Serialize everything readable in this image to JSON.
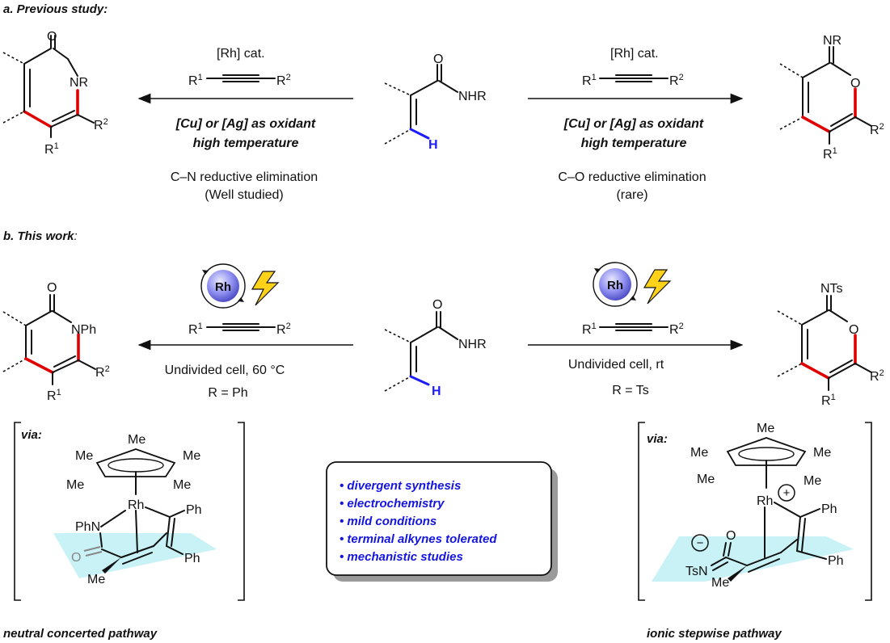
{
  "section_a": {
    "header": "a. Previous study:",
    "left_reaction": {
      "catalyst": "[Rh] cat.",
      "alkyne_r1": "R",
      "alkyne_r1_sup": "1",
      "alkyne_r2": "R",
      "alkyne_r2_sup": "2",
      "condition_line1": "[Cu] or [Ag] as oxidant",
      "condition_line2": "high temperature",
      "note_line1": "C–N reductive elimination",
      "note_line2": "(Well studied)"
    },
    "right_reaction": {
      "catalyst": "[Rh] cat.",
      "alkyne_r1": "R",
      "alkyne_r1_sup": "1",
      "alkyne_r2": "R",
      "alkyne_r2_sup": "2",
      "condition_line1": "[Cu] or [Ag] as oxidant",
      "condition_line2": "high temperature",
      "note_line1": "C–O reductive elimination",
      "note_line2": "(rare)"
    },
    "substrate": {
      "o": "O",
      "nhr": "NHR",
      "h": "H"
    },
    "pyridone": {
      "o": "O",
      "nr": "NR",
      "r2": "R",
      "r2_sup": "2",
      "r1": "R",
      "r1_sup": "1"
    },
    "iminopyran": {
      "nr": "NR",
      "o": "O",
      "r2": "R",
      "r2_sup": "2",
      "r1": "R",
      "r1_sup": "1"
    }
  },
  "section_b": {
    "header_prefix": "b. ",
    "header": "This work",
    "header_suffix": ":",
    "rh_label": "Rh",
    "left_reaction": {
      "alkyne_r1": "R",
      "alkyne_r1_sup": "1",
      "alkyne_r2": "R",
      "alkyne_r2_sup": "2",
      "condition": "Undivided  cell, 60 °C",
      "r_eq": "R = Ph"
    },
    "right_reaction": {
      "alkyne_r1": "R",
      "alkyne_r1_sup": "1",
      "alkyne_r2": "R",
      "alkyne_r2_sup": "2",
      "condition": "Undivided  cell, rt",
      "r_eq": "R = Ts"
    },
    "substrate": {
      "o": "O",
      "nhr": "NHR",
      "h": "H"
    },
    "pyridone": {
      "o": "O",
      "nph": "NPh",
      "r2": "R",
      "r2_sup": "2",
      "r1": "R",
      "r1_sup": "1"
    },
    "iminopyran": {
      "nts": "NTs",
      "o": "O",
      "r2": "R",
      "r2_sup": "2",
      "r1": "R",
      "r1_sup": "1"
    }
  },
  "left_intermediate": {
    "via": "via:",
    "me": "Me",
    "rh": "Rh",
    "phn": "PhN",
    "o": "O",
    "ph": "Ph",
    "pathway": "neutral concerted pathway"
  },
  "right_intermediate": {
    "via": "via:",
    "me": "Me",
    "rh": "Rh",
    "plus": "+",
    "minus": "−",
    "o": "O",
    "tsn": "TsN",
    "ph": "Ph",
    "pathway": "ionic stepwise pathway"
  },
  "features": [
    "• divergent  synthesis",
    "• electrochemistry",
    "• mild conditions",
    "• terminal alkynes tolerated",
    "• mechanistic  studies"
  ],
  "colors": {
    "red_bond": "#e00000",
    "blue": "#1c1cff",
    "plane": "#bff0f5",
    "rh_ball": "#8f8ff0"
  }
}
